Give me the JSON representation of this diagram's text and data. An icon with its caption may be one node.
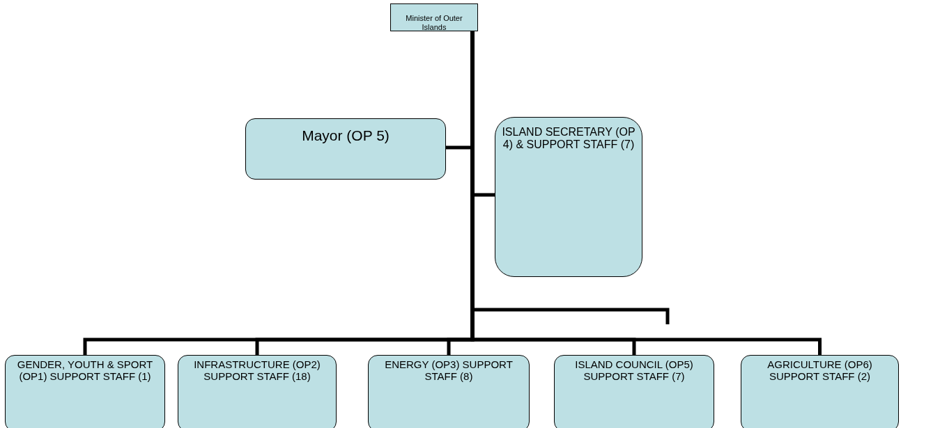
{
  "diagram": {
    "nodes": [
      {
        "text": [
          "Minister of Outer Islands"
        ]
      },
      {
        "text": [
          "Mayor (OP 5)"
        ]
      },
      {
        "text": [
          "ISLAND SECRETARY (OP 4) & SUPPORT STAFF (7)"
        ]
      },
      {
        "text": [
          "GENDER, YOUTH & SPORT (OP1) SUPPORT STAFF (1)"
        ]
      },
      {
        "text": [
          "INFRASTRUCTURE (OP2) SUPPORT STAFF (18)"
        ]
      },
      {
        "text": [
          "ENERGY (OP3) SUPPORT STAFF (8)"
        ]
      },
      {
        "text": [
          "ISLAND COUNCIL (OP5) SUPPORT STAFF (7)"
        ]
      },
      {
        "text": [
          "AGRICULTURE (OP6) SUPPORT STAFF (2)"
        ]
      }
    ],
    "edges": [
      {
        "from": 0,
        "to": 1,
        "arrow": "none"
      },
      {
        "from": 0,
        "to": 2,
        "arrow": "none"
      },
      {
        "from": 0,
        "to": null,
        "arrow": "none"
      },
      {
        "from": 0,
        "to": 3,
        "arrow": "none"
      },
      {
        "from": 0,
        "to": 4,
        "arrow": "none"
      },
      {
        "from": 0,
        "to": 5,
        "arrow": "none"
      },
      {
        "from": 0,
        "to": 6,
        "arrow": "none"
      },
      {
        "from": 0,
        "to": 7,
        "arrow": "none"
      }
    ]
  }
}
